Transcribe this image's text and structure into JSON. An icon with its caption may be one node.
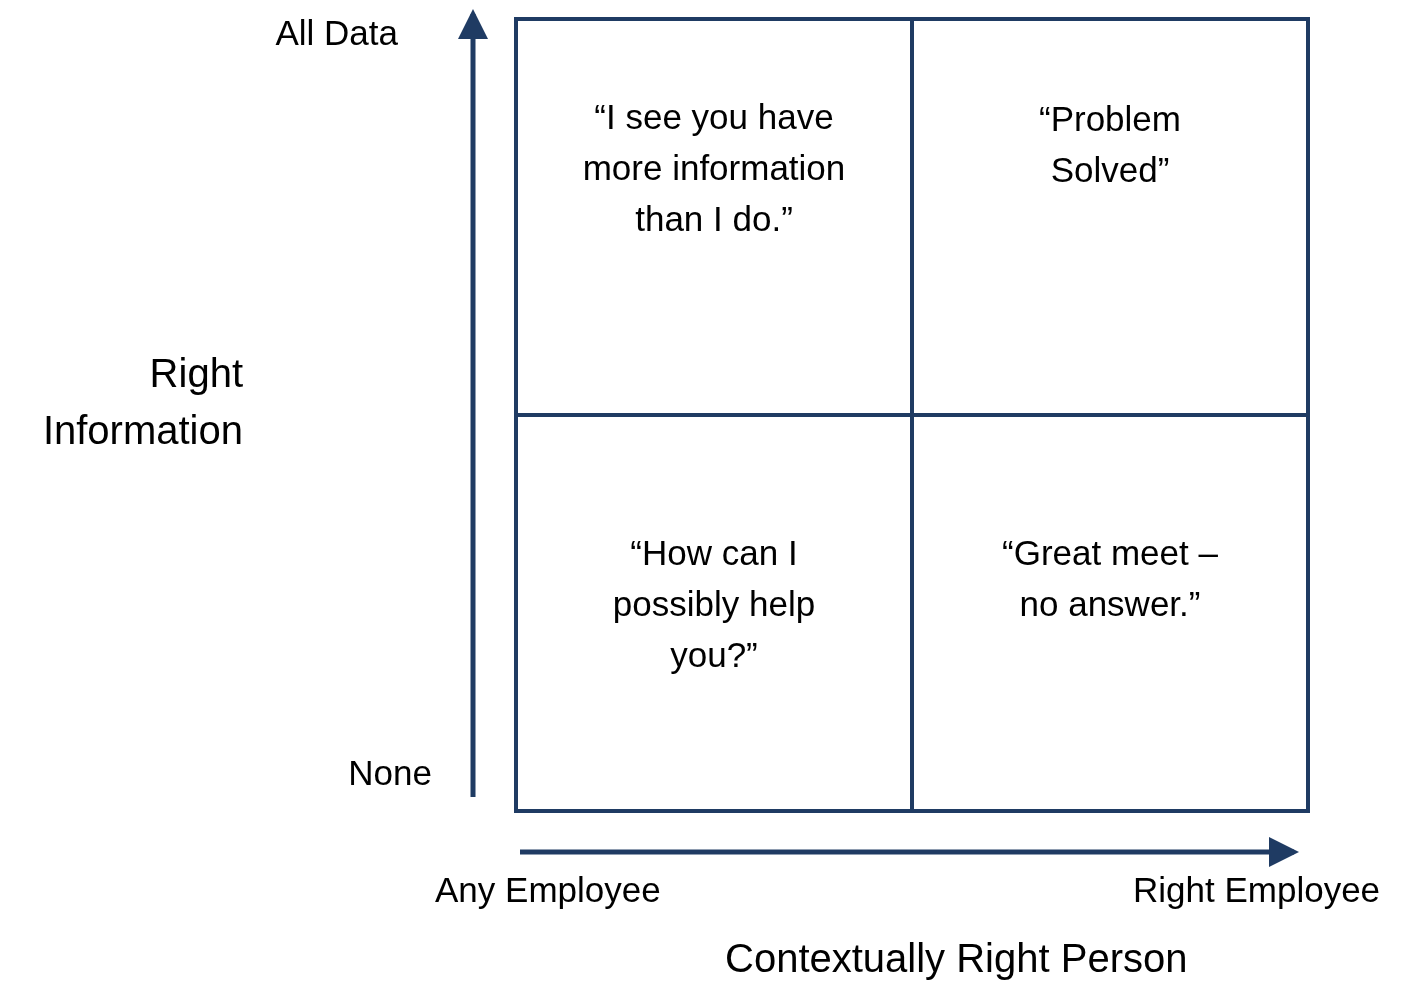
{
  "diagram": {
    "nodes": [
      {
        "text": [
          "“I see you have more information than I do.”"
        ]
      },
      {
        "text": [
          "“Problem Solved”"
        ]
      },
      {
        "text": [
          "“How can I possibly help you?”"
        ]
      },
      {
        "text": [
          "“Great meet – no answer.”"
        ]
      }
    ],
    "labels": [
      "All Data",
      "Right Information",
      "None",
      "Any Employee",
      "Right Employee",
      "Contextually Right Person"
    ]
  }
}
